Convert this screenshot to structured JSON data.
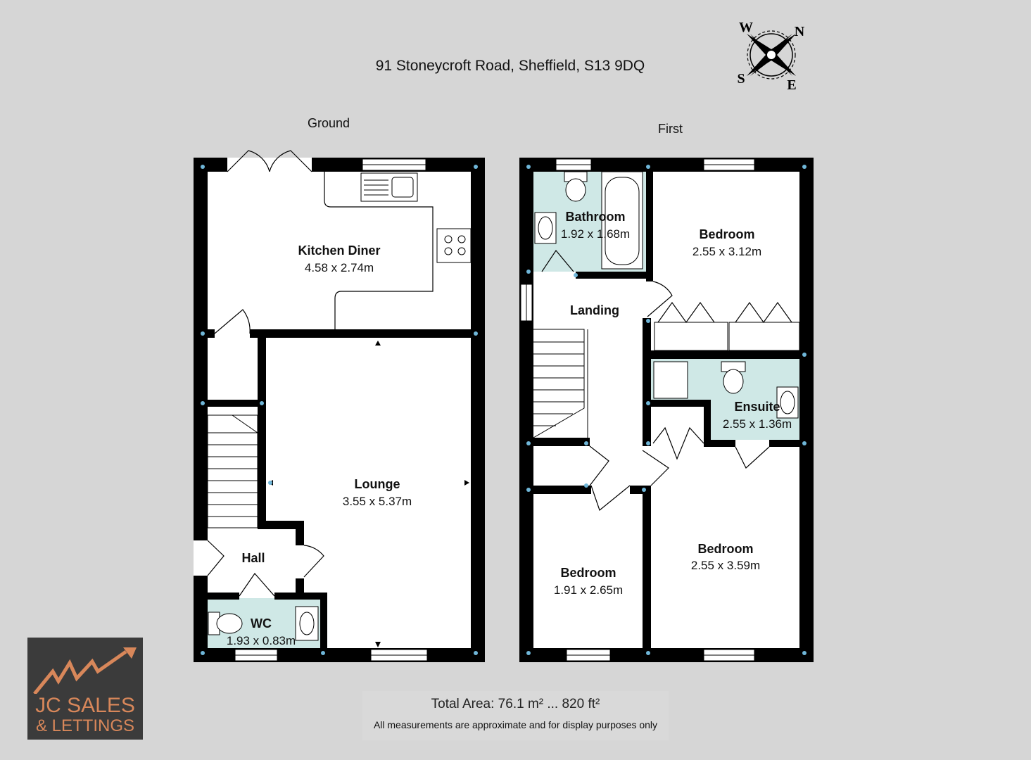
{
  "header": {
    "address": "91 Stoneycroft Road, Sheffield, S13 9DQ"
  },
  "compass": {
    "n": "N",
    "e": "E",
    "s": "S",
    "w": "W"
  },
  "floors": [
    {
      "label": "Ground",
      "rooms": [
        {
          "name": "Kitchen Diner",
          "dims": "4.58 x 2.74m"
        },
        {
          "name": "Lounge",
          "dims": "3.55 x 5.37m"
        },
        {
          "name": "Hall",
          "dims": ""
        },
        {
          "name": "WC",
          "dims": "1.93 x 0.83m"
        }
      ]
    },
    {
      "label": "First",
      "rooms": [
        {
          "name": "Bathroom",
          "dims": "1.92 x 1.68m"
        },
        {
          "name": "Bedroom",
          "dims": "2.55 x 3.12m"
        },
        {
          "name": "Landing",
          "dims": ""
        },
        {
          "name": "Ensuite",
          "dims": "2.55 x 1.36m"
        },
        {
          "name": "Bedroom",
          "dims": "1.91 x 2.65m"
        },
        {
          "name": "Bedroom",
          "dims": "2.55 x 3.59m"
        }
      ]
    }
  ],
  "footer": {
    "total_area": "Total Area: 76.1 m² ... 820 ft²",
    "disclaimer": "All measurements are approximate and for display purposes only"
  },
  "logo": {
    "line1": "JC SALES",
    "line2": "& LETTINGS"
  },
  "colors": {
    "wall": "#000000",
    "wet_room": "#cfe8e6",
    "logo_bg": "#3b3b3b",
    "logo_accent": "#d8875a",
    "corner_dot": "#6fb6d8"
  }
}
